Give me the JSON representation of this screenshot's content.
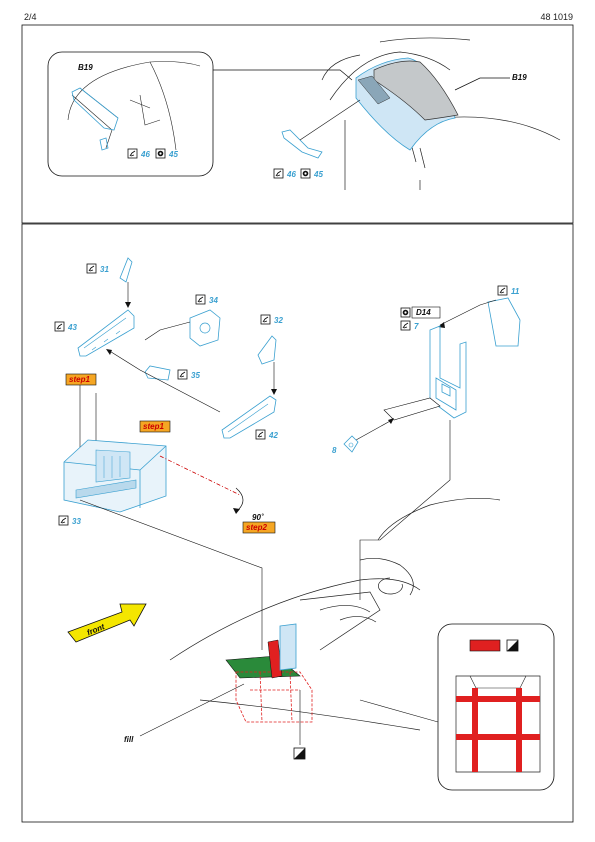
{
  "header": {
    "page": "2/4",
    "set_code": "48 1019"
  },
  "top_panel": {
    "inset_ref": "B19",
    "inset_parts": [
      "46",
      "45"
    ],
    "main_ref": "B19",
    "main_parts": [
      "46",
      "45"
    ]
  },
  "bottom_panel": {
    "parts": {
      "p31": "31",
      "p34": "34",
      "p43": "43",
      "p32": "32",
      "p35": "35",
      "p42": "42",
      "p33": "33",
      "p11": "11",
      "p7": "7",
      "p8": "8",
      "d14": "D14"
    },
    "step1_label": "step1",
    "step1b_label": "step1",
    "step2_label": "step2",
    "angle_label": "90˚",
    "front_label": "front",
    "fill_label": "fill"
  },
  "colors": {
    "part_cyan": "#3aa0d0",
    "step_bg": "#f5a623",
    "step_text": "#cc0000",
    "detail_red": "#e02020",
    "green_strip": "#2a8a3a",
    "front_arrow": "#f4e600",
    "glass": "#cfe6f5"
  },
  "icons": {
    "bend": "bend-icon",
    "paint": "paint-icon",
    "black_fill": "black-fill-icon"
  }
}
